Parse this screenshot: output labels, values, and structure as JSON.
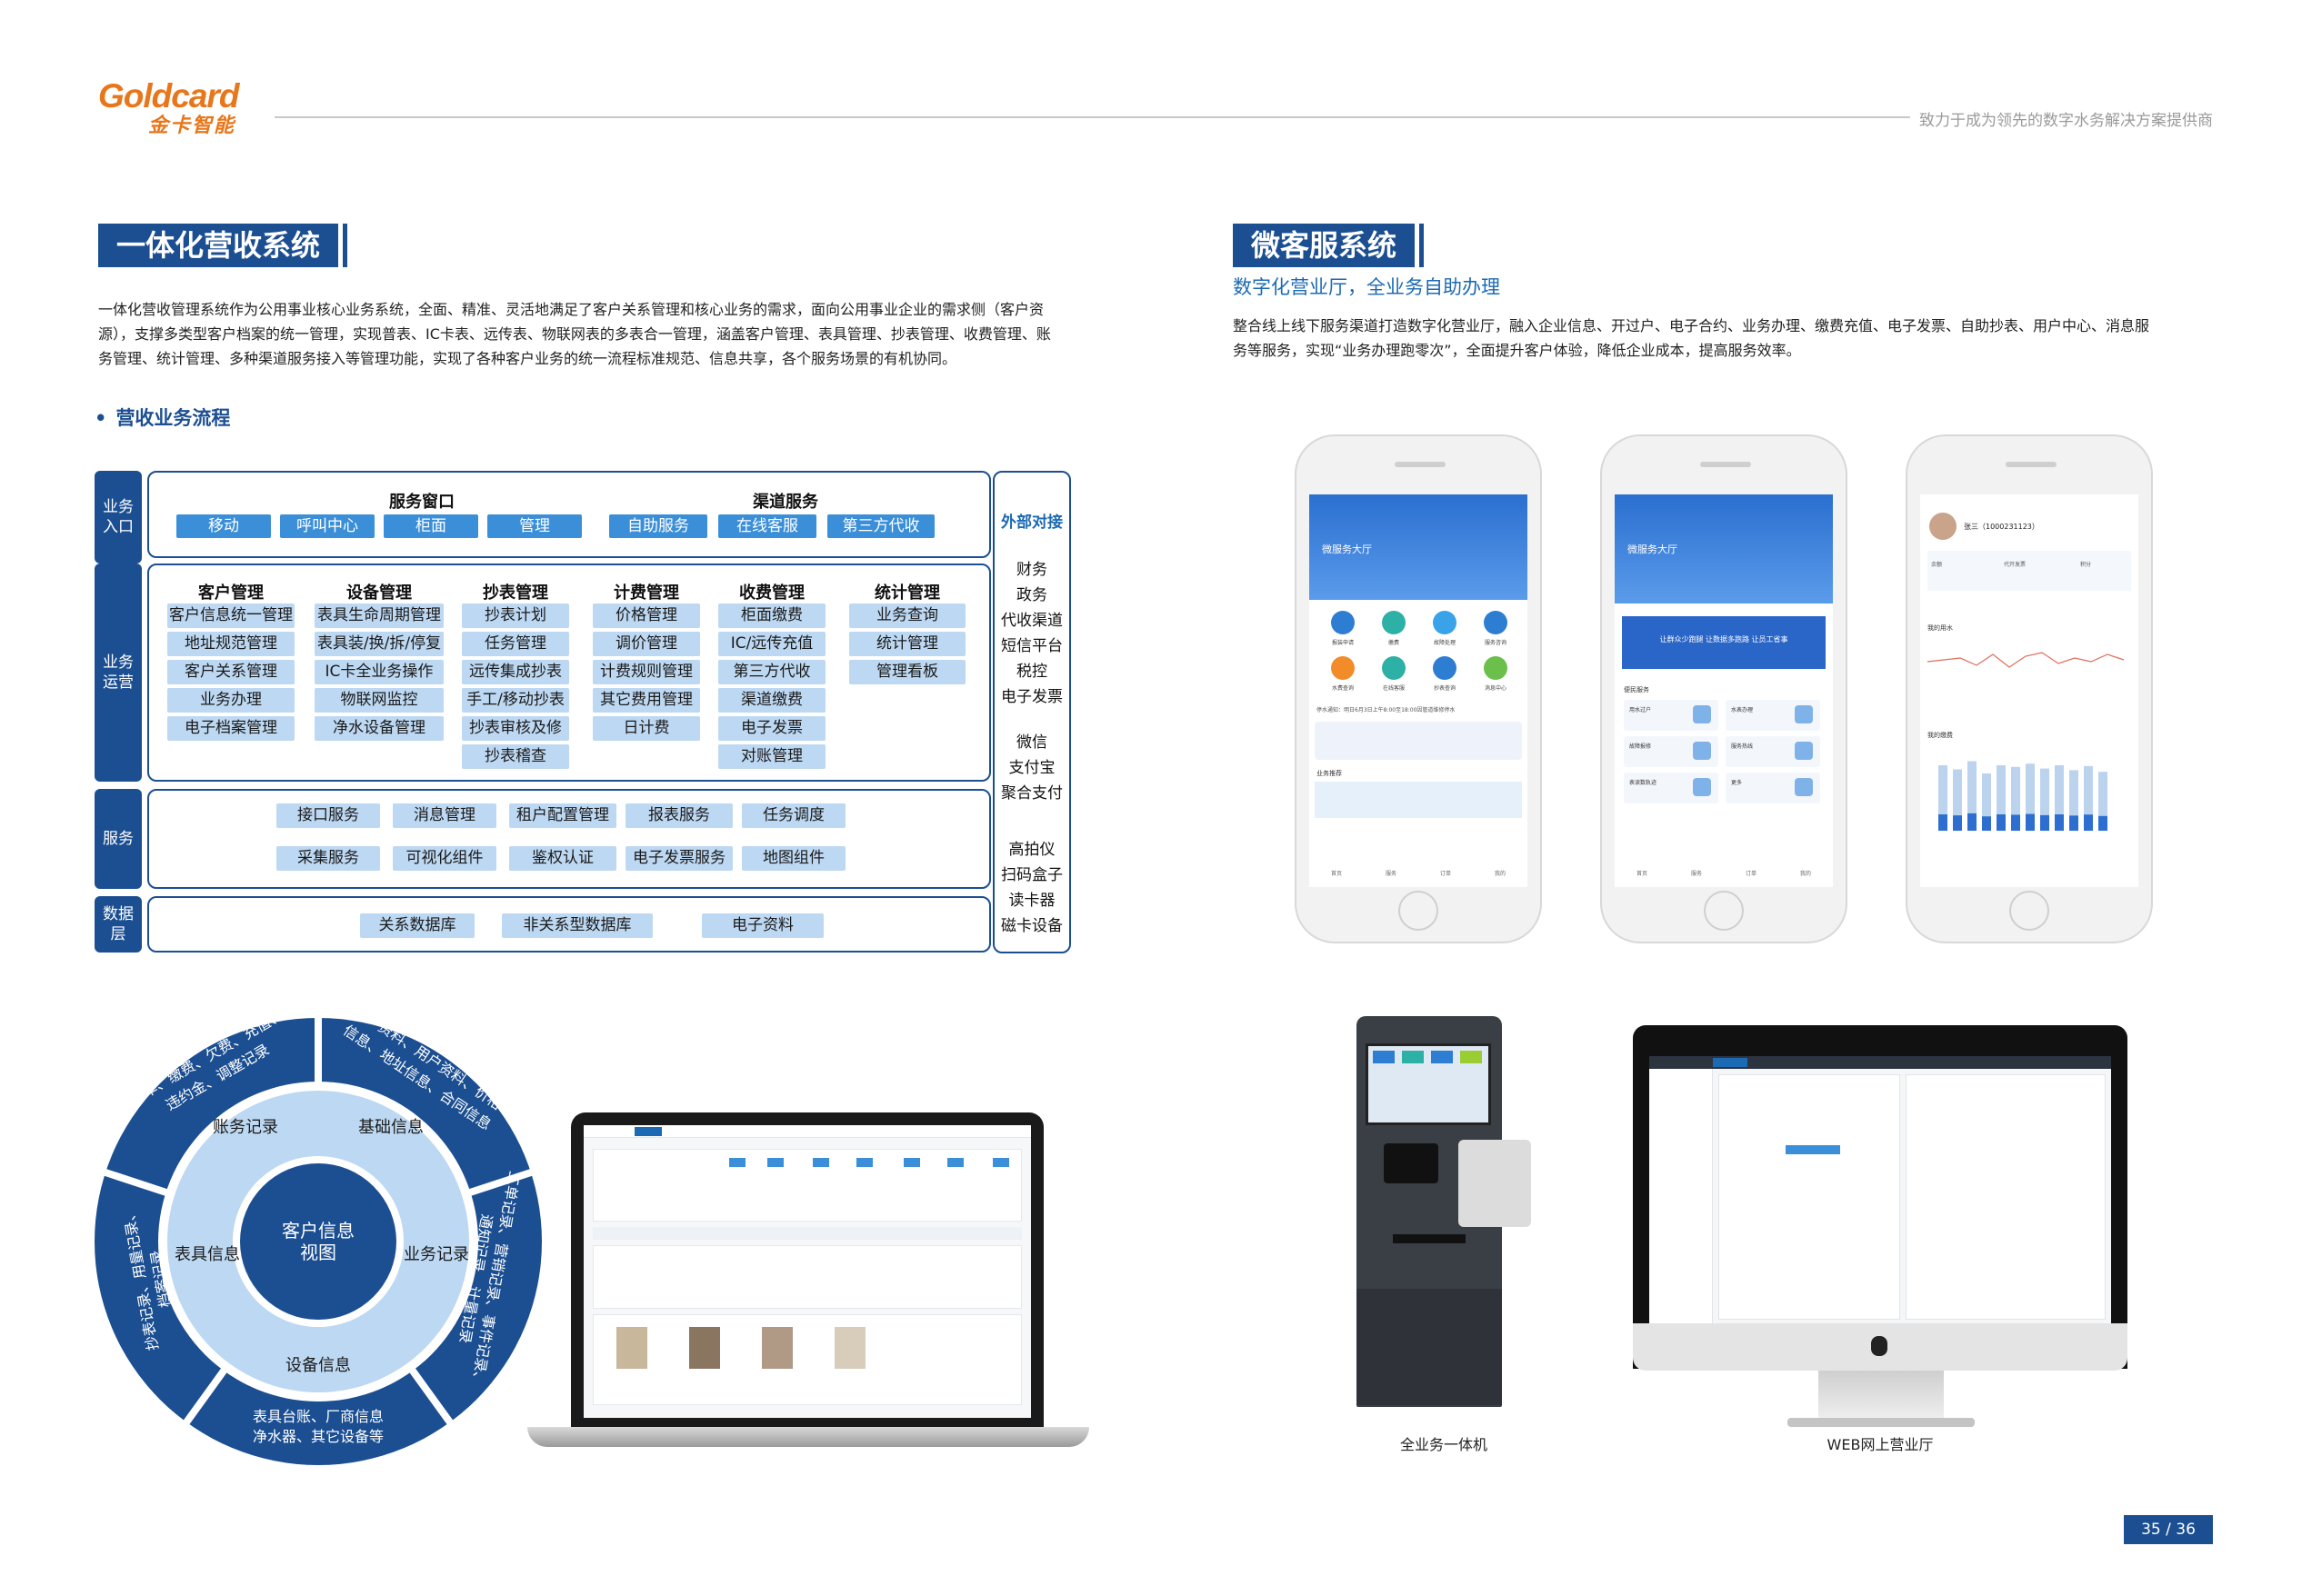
{
  "header": {
    "logo_en": "Goldcard",
    "logo_cn": "金卡智能",
    "slogan": "致力于成为领先的数字水务解决方案提供商"
  },
  "left": {
    "title": "一体化营收系统",
    "paragraph": "一体化营收管理系统作为公用事业核心业务系统，全面、精准、灵活地满足了客户关系管理和核心业务的需求，面向公用事业企业的需求侧（客户资源），支撑多类型客户档案的统一管理，实现普表、IC卡表、远传表、物联网表的多表合一管理，涵盖客户管理、表具管理、抄表管理、收费管理、账务管理、统计管理、多种渠道服务接入等管理功能，实现了各种客户业务的统一流程标准规范、信息共享，各个服务场景的有机协同。",
    "flow_title": "营收业务流程",
    "layers": {
      "entry": "业务入口",
      "ops": "业务运营",
      "service": "服务",
      "data": "数据层"
    },
    "service_window": {
      "title": "服务窗口",
      "items": [
        "移动",
        "呼叫中心",
        "柜面",
        "管理"
      ]
    },
    "channel_service": {
      "title": "渠道服务",
      "items": [
        "自助服务",
        "在线客服",
        "第三方代收"
      ]
    },
    "modules": [
      {
        "title": "客户管理",
        "items": [
          "客户信息统一管理",
          "地址规范管理",
          "客户关系管理",
          "业务办理",
          "电子档案管理"
        ]
      },
      {
        "title": "设备管理",
        "items": [
          "表具生命周期管理",
          "表具装/换/拆/停复",
          "IC卡全业务操作",
          "物联网监控",
          "净水设备管理"
        ]
      },
      {
        "title": "抄表管理",
        "items": [
          "抄表计划",
          "任务管理",
          "远传集成抄表",
          "手工/移动抄表",
          "抄表审核及修订",
          "抄表稽查"
        ]
      },
      {
        "title": "计费管理",
        "items": [
          "价格管理",
          "调价管理",
          "计费规则管理",
          "其它费用管理",
          "日计费"
        ]
      },
      {
        "title": "收费管理",
        "items": [
          "柜面缴费",
          "IC/远传充值",
          "第三方代收",
          "渠道缴费",
          "电子发票",
          "对账管理"
        ]
      },
      {
        "title": "统计管理",
        "items": [
          "业务查询",
          "统计管理",
          "管理看板"
        ]
      }
    ],
    "services_row1": [
      "接口服务",
      "消息管理",
      "租户配置管理",
      "报表服务",
      "任务调度"
    ],
    "services_row2": [
      "采集服务",
      "可视化组件",
      "鉴权认证",
      "电子发票服务",
      "地图组件"
    ],
    "data_items": [
      "关系数据库",
      "非关系型数据库",
      "电子资料"
    ],
    "external": {
      "title": "外部对接",
      "groups": [
        [
          "财务",
          "政务",
          "代收渠道",
          "短信平台",
          "税控",
          "电子发票"
        ],
        [
          "微信",
          "支付宝",
          "聚合支付"
        ],
        [
          "高拍仪",
          "扫码盒子",
          "读卡器",
          "磁卡设备"
        ]
      ]
    },
    "wheel": {
      "center": "客户信息视图",
      "inner": [
        "账务记录",
        "基础信息",
        "业务记录",
        "设备信息",
        "表具信息"
      ],
      "outer": [
        "账单、缴费、欠费、充值、违约金、调整记录",
        "客户资料、用户资料、价格信息、地址信息、合同信息",
        "工单记录、营销记录、事件记录、通知记录、计量记录",
        "表具台账、厂商信息、净水器、其它设备等",
        "抄表记录、用量记录、档案记录"
      ]
    }
  },
  "right": {
    "title": "微客服系统",
    "subtitle": "数字化营业厅，全业务自助办理",
    "paragraph": "整合线上线下服务渠道打造数字化营业厅，融入企业信息、开过户、电子合约、业务办理、缴费充值、电子发票、自助抄表、用户中心、消息服务等服务，实现“业务办理跑零次”，全面提升客户体验，降低企业成本，提高服务效率。",
    "phone1": {
      "header": "微服务大厅",
      "icons": [
        "报装申请",
        "缴费",
        "故障处理",
        "服务咨询",
        "水费查询",
        "在线客服",
        "抄表查询",
        "消息中心"
      ],
      "notice": "停水通知：明日6月3日上午8:00至18:00因管道维修停水",
      "section": "业务推荐",
      "tabs": [
        "首页",
        "服务",
        "订单",
        "我的"
      ]
    },
    "phone2": {
      "header": "微服务大厅",
      "banner": "让群众少跑腿 让数据多跑路 让员工省事",
      "section": "便民服务",
      "items": [
        "用水过户",
        "水表办理",
        "故障报修",
        "服务热线",
        "表读数轨迹",
        "更多"
      ],
      "tabs": [
        "首页",
        "服务",
        "订单",
        "我的"
      ]
    },
    "phone3": {
      "user": "张三（1000231123）",
      "stats": [
        "余额",
        "代开发票",
        "积分"
      ],
      "chart1": "我的用水",
      "chart2": "我的缴费",
      "bars": [
        0.8,
        0.75,
        0.85,
        0.7,
        0.8,
        0.78,
        0.82,
        0.76,
        0.8,
        0.74,
        0.79,
        0.72
      ]
    },
    "kiosk_caption": "全业务一体机",
    "web_caption": "WEB网上营业厅"
  },
  "page": "35 / 36"
}
